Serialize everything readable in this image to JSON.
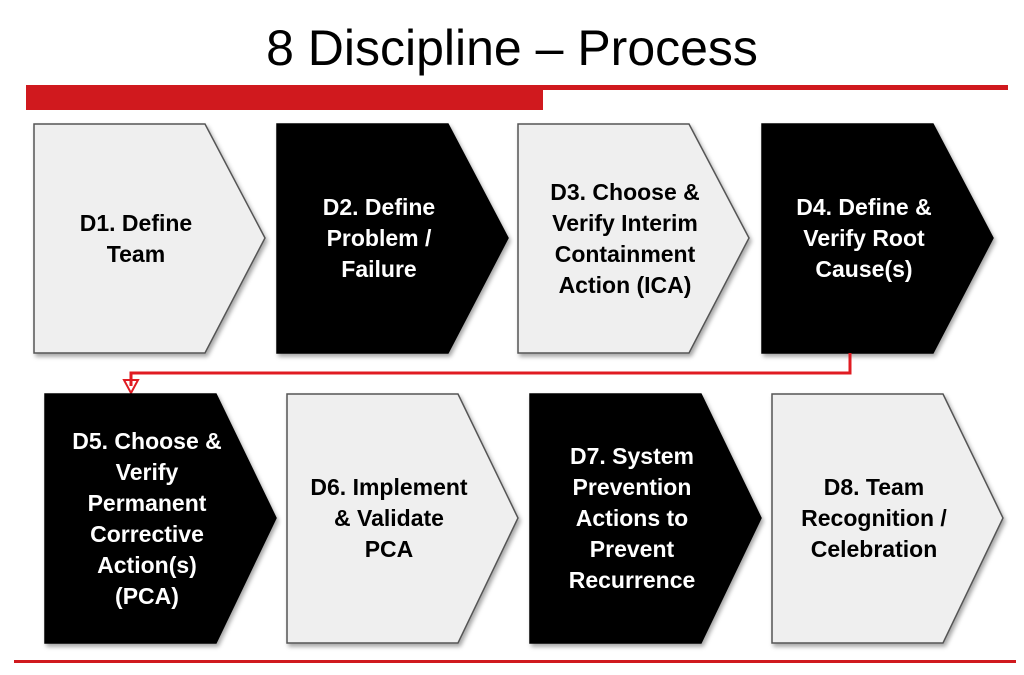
{
  "title": "8 Discipline – Process",
  "colors": {
    "accent_red": "#d0191e",
    "light_fill": "#efefef",
    "dark_fill": "#000000"
  },
  "steps": [
    {
      "label": "D1. Define\nTeam",
      "style": "light"
    },
    {
      "label": "D2. Define\nProblem /\nFailure",
      "style": "dark"
    },
    {
      "label": "D3. Choose &\nVerify Interim\nContainment\nAction (ICA)",
      "style": "light"
    },
    {
      "label": "D4. Define &\nVerify Root\nCause(s)",
      "style": "dark"
    },
    {
      "label": "D5. Choose &\nVerify\nPermanent\nCorrective\nAction(s)\n(PCA)",
      "style": "dark"
    },
    {
      "label": "D6. Implement\n& Validate\nPCA",
      "style": "light"
    },
    {
      "label": "D7. System\nPrevention\nActions to\nPrevent\nRecurrence",
      "style": "dark"
    },
    {
      "label": "D8. Team\nRecognition /\nCelebration",
      "style": "light"
    }
  ]
}
